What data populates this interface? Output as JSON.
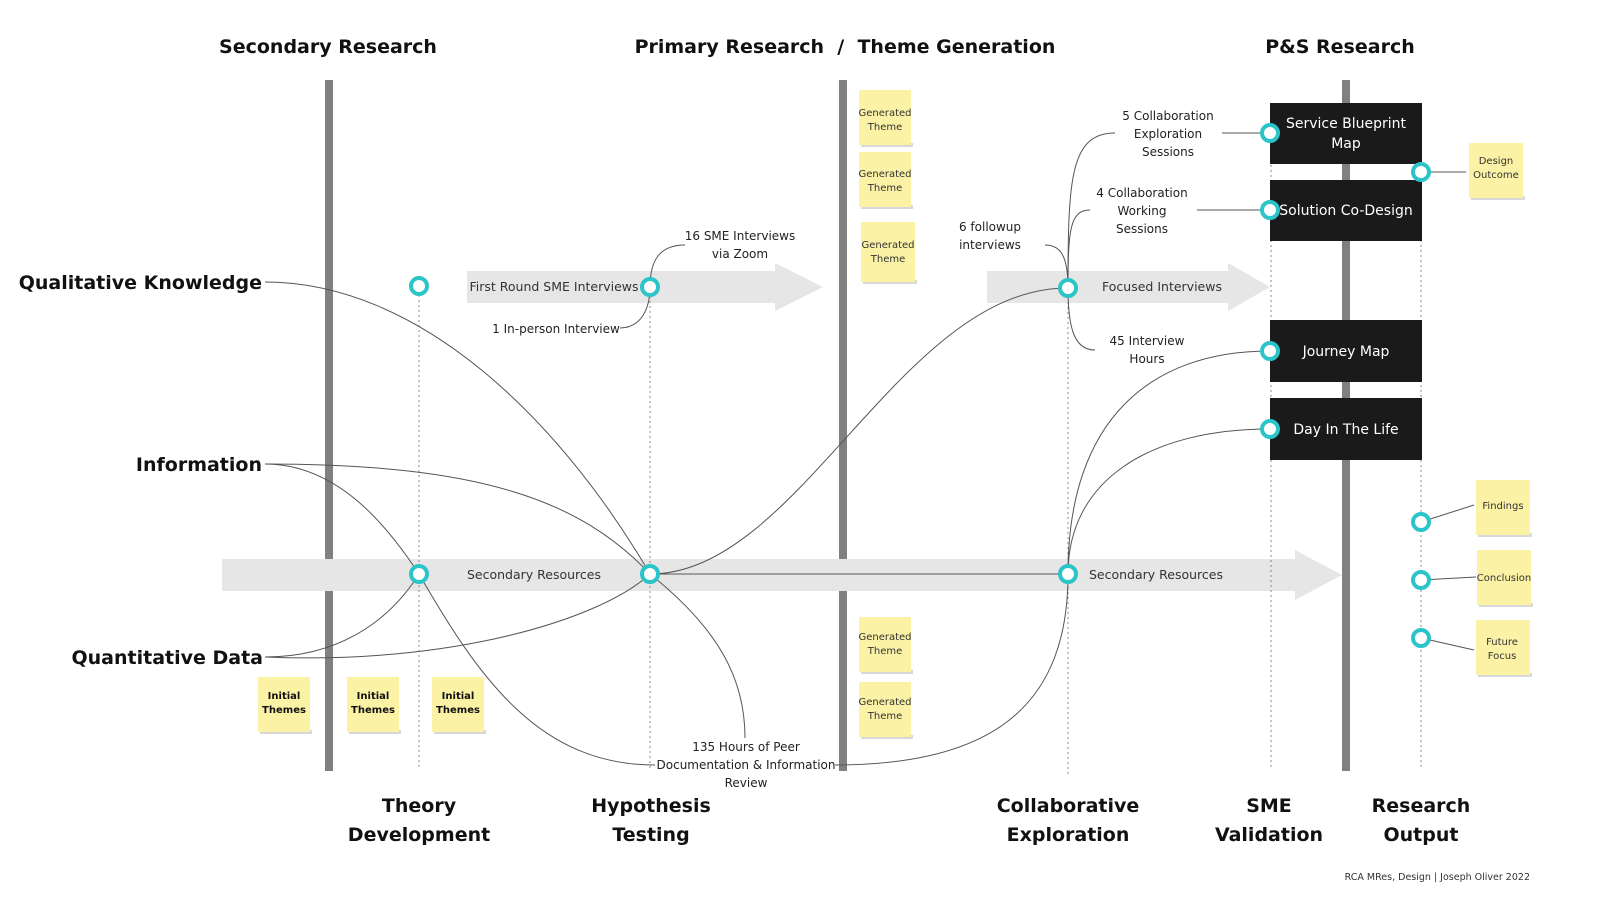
{
  "headers": [
    "Secondary Research",
    "Primary Research  /  Theme Generation",
    "P&S Research"
  ],
  "rows": {
    "qualitative": "Qualitative Knowledge",
    "information": "Information",
    "quantitative": "Quantitative Data"
  },
  "phases": [
    [
      "Theory",
      "Development"
    ],
    [
      "Hypothesis",
      "Testing"
    ],
    [
      "Collaborative",
      "Exploration"
    ],
    [
      "SME",
      "Validation"
    ],
    [
      "Research",
      "Output"
    ]
  ],
  "bands": {
    "first_round": "First Round SME Interviews",
    "focused": "Focused Interviews",
    "secondary_1": "Secondary Resources",
    "secondary_2": "Secondary Resources"
  },
  "annotations": {
    "sme_zoom": [
      "16 SME Interviews",
      "via Zoom"
    ],
    "in_person": "1 In-person Interview",
    "peer_review": [
      "135 Hours of Peer",
      "Documentation & Information",
      "Review"
    ],
    "followup": [
      "6 followup",
      "interviews"
    ],
    "collab_exploration": [
      "5 Collaboration",
      "Exploration",
      "Sessions"
    ],
    "collab_working": [
      "4 Collaboration",
      "Working",
      "Sessions"
    ],
    "interview_hours": [
      "45 Interview",
      "Hours"
    ]
  },
  "boxes": [
    [
      "Service Blueprint",
      "Map"
    ],
    [
      "Solution Co-Design"
    ],
    [
      "Journey Map"
    ],
    [
      "Day In The Life"
    ]
  ],
  "notes": {
    "generated_theme": [
      "Generated",
      "Theme"
    ],
    "initial_themes": [
      "Initial",
      "Themes"
    ],
    "design_outcome": [
      "Design",
      "Outcome"
    ],
    "findings": "Findings",
    "conclusion": "Conclusion",
    "future_focus": [
      "Future",
      "Focus"
    ]
  },
  "footer": "RCA MRes, Design | Joseph Oliver 2022",
  "colors": {
    "node": "#2bc4c9",
    "sticky": "#fbf2a6",
    "box": "#1a1a1a",
    "band": "#e6e6e6",
    "timeline": "#808080"
  }
}
